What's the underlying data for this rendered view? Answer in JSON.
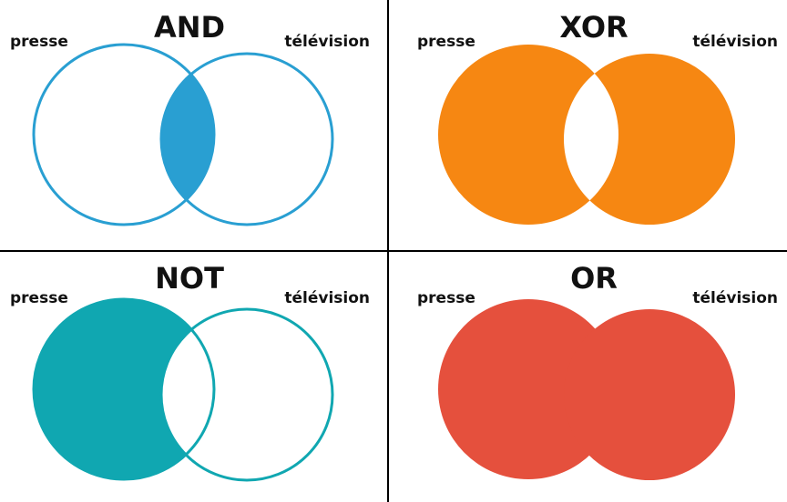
{
  "panels": [
    {
      "operation": "AND",
      "left_set": "presse",
      "right_set": "télévision",
      "color": "#299fd2",
      "highlight": "intersection"
    },
    {
      "operation": "XOR",
      "left_set": "presse",
      "right_set": "télévision",
      "color": "#f68712",
      "highlight": "symmetric-difference"
    },
    {
      "operation": "NOT",
      "left_set": "presse",
      "right_set": "télévision",
      "color": "#10a7b1",
      "highlight": "left-only"
    },
    {
      "operation": "OR",
      "left_set": "presse",
      "right_set": "télévision",
      "color": "#e5503d",
      "highlight": "union"
    }
  ]
}
